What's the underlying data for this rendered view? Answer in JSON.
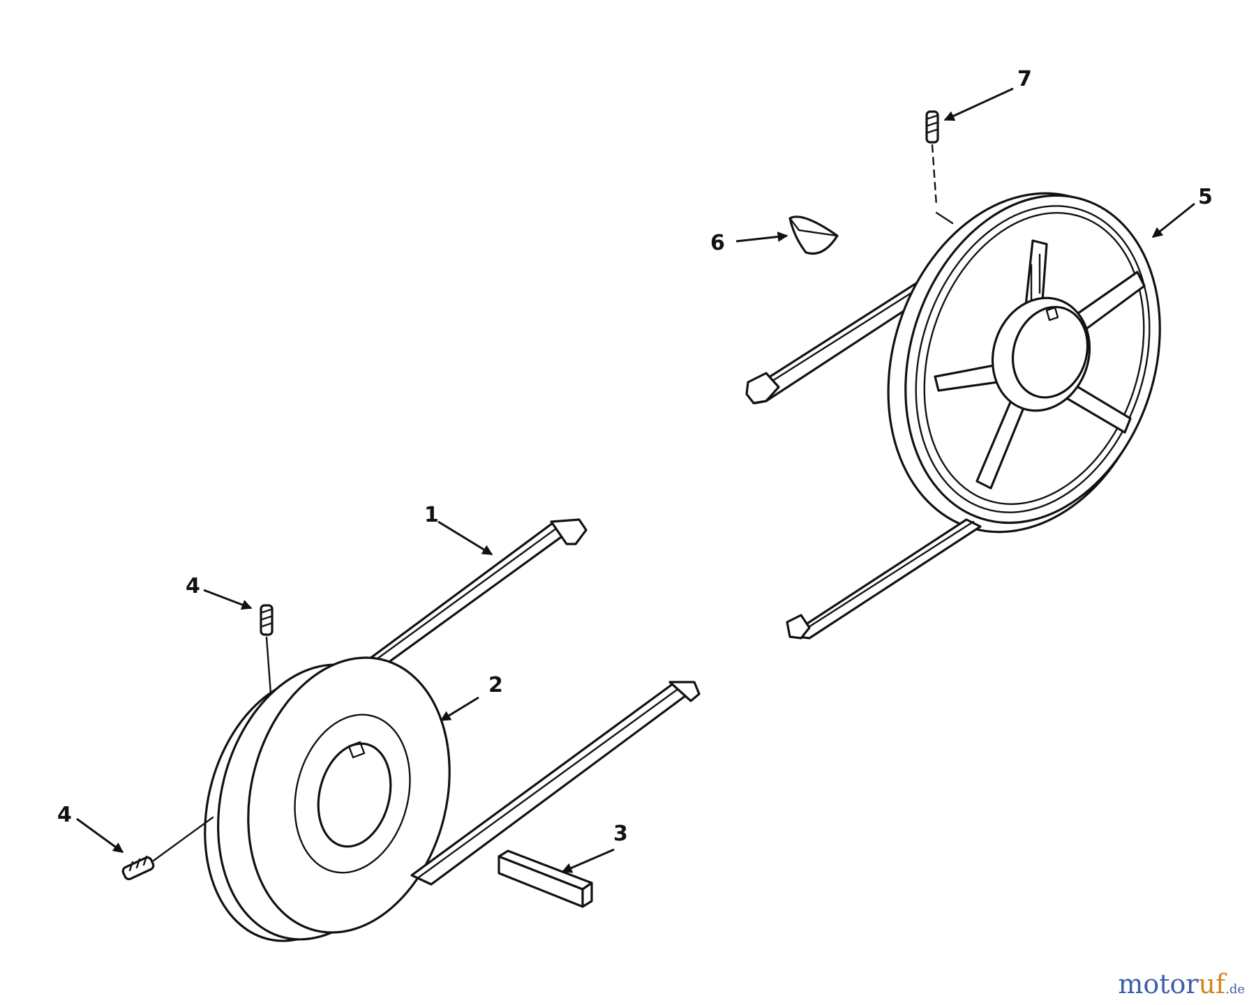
{
  "callouts": {
    "c1": "1",
    "c2": "2",
    "c3": "3",
    "c4a": "4",
    "c4b": "4",
    "c5": "5",
    "c6": "6",
    "c7": "7"
  },
  "watermark": {
    "part1": "motor",
    "part2": "uf",
    "suffix": ".de"
  },
  "colors": {
    "line": "#111111",
    "background": "#ffffff",
    "watermark_blue": "#3d5fa8",
    "watermark_orange": "#cf8a1e"
  }
}
